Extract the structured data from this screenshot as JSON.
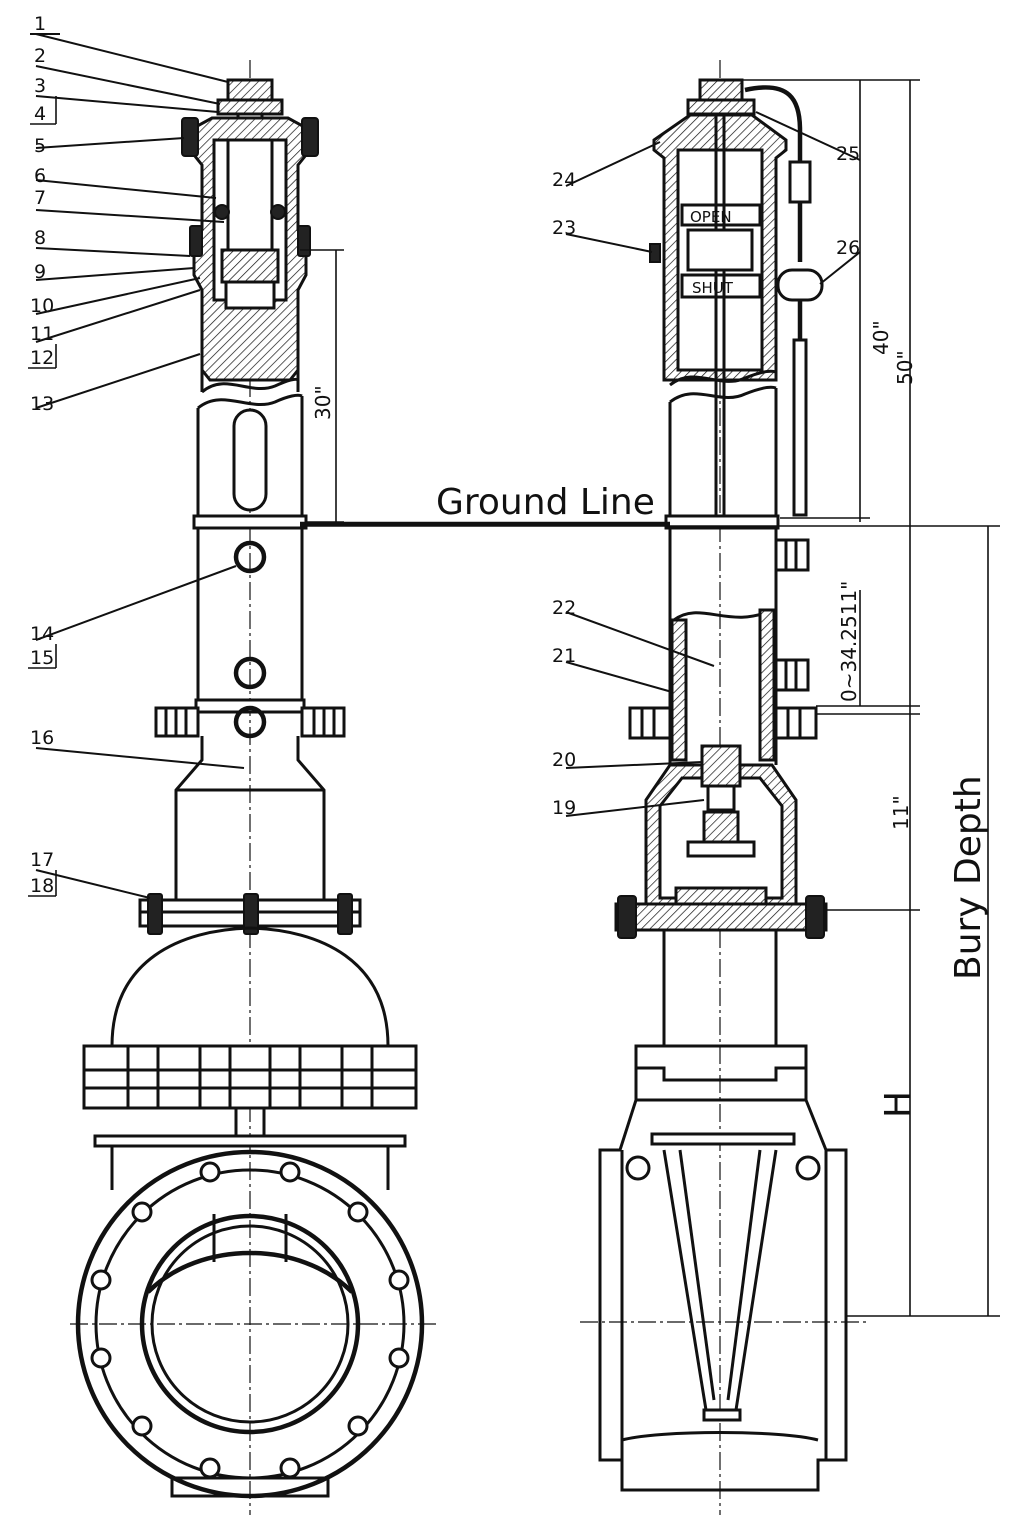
{
  "part_numbers": [
    "1",
    "2",
    "3",
    "4",
    "5",
    "6",
    "7",
    "8",
    "9",
    "10",
    "11",
    "12",
    "13",
    "14",
    "15",
    "16",
    "17",
    "18",
    "19",
    "20",
    "21",
    "22",
    "23",
    "24",
    "25",
    "26"
  ],
  "ground_line_label": "Ground Line",
  "dimensions": {
    "d30": "30\"",
    "d40": "40\"",
    "d50": "50\"",
    "range": "0~34.2511\"",
    "d11": "11\"",
    "bury_depth": "Bury Depth",
    "h": "H"
  },
  "indicator_text": {
    "open": "OPEN",
    "shut": "SHUT"
  }
}
